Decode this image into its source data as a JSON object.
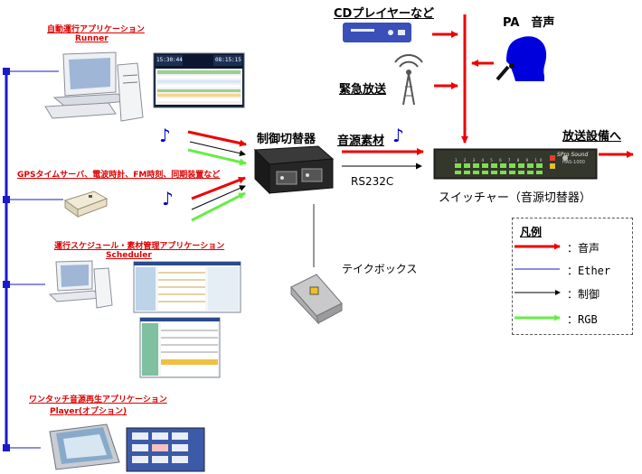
{
  "labels": {
    "runner_title": "自動運行アプリケーション",
    "runner_sub": "Runner",
    "gps_title": "GPSタイムサーバ、電波時計、FM時刻、同期装置など",
    "scheduler_title": "運行スケジュール・素材管理アプリケーション",
    "scheduler_sub": "Scheduler",
    "player_title": "ワンタッチ音源再生アプリケーション",
    "player_sub": "Player(オプション)",
    "cd_player": "CDプレイヤーなど",
    "emergency": "緊急放送",
    "pa_voice": "PA　音声",
    "controller": "制御切替器",
    "audio_material": "音源素材",
    "rs232c": "RS232C",
    "broadcast_equipment": "放送設備へ",
    "switcher": "スイッチャー（音源切替器）",
    "takebox": "テイクボックス",
    "runner_clock_left": "15:30:44",
    "runner_clock_right": "08:15:15",
    "switcher_brand": "SPro Sound",
    "switcher_model": "HAS-1000",
    "switcher_scale": "1 2 3 4 5 6 7 8 9 10"
  },
  "legend": {
    "title": "凡例",
    "items": [
      {
        "label": "：音声",
        "color": "#ee0000"
      },
      {
        "label": "：Ether",
        "color": "#0000cc"
      },
      {
        "label": "：制御",
        "color": "#000000"
      },
      {
        "label": "：RGB",
        "color": "#66ee44"
      }
    ]
  },
  "colors": {
    "audio": "#ee0000",
    "ether": "#1a1acc",
    "control": "#000000",
    "rgb": "#66ee44",
    "pa_person": "#0000dd",
    "note": "#0000cc"
  }
}
